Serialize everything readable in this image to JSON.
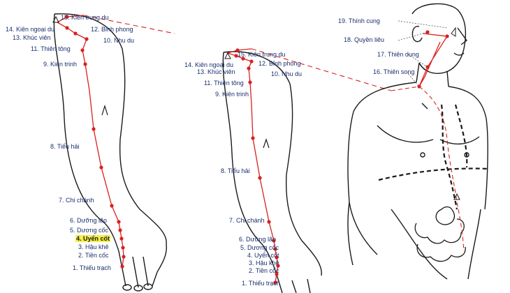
{
  "colors": {
    "meridian": "#d9211f",
    "label": "#1a2f6e",
    "outline": "#1a1a1a",
    "highlight": "#f4ef4a"
  },
  "left_arm": {
    "p15": "15. Kiên trung du",
    "p14": "14. Kiên ngoại du",
    "p13": "13. Khúc viên",
    "p12": "12. Bỉnh phong",
    "p10": "10. Nhu du",
    "p11": "11. Thiên tông",
    "p9": "9. Kiên trinh",
    "p8": "8. Tiểu hải",
    "p7": "7. Chi chánh",
    "p6": "6. Dưỡng lão",
    "p5": "5. Dương cốc",
    "p4": "4. Uyển cốt",
    "p3": "3. Hậu khê",
    "p2": "2. Tiền cốc",
    "p1": "1. Thiếu trạch"
  },
  "middle_arm": {
    "p15": "15. Kiên trung du",
    "p14": "14. Kiên ngoại du",
    "p13": "13. Khúc viên",
    "p12": "12. Bỉnh phong",
    "p10": "10. Nhu du",
    "p11": "11. Thiên tông",
    "p9": "9. Kiên trinh",
    "p8": "8. Tiểu hải",
    "p7": "7. Chi chánh",
    "p6": "6. Dưỡng lão",
    "p5": "5. Dương cốc",
    "p4": "4. Uyển cốt",
    "p3": "3. Hậu khê",
    "p2": "2. Tiền cốc",
    "p1": "1. Thiếu trạch"
  },
  "torso": {
    "p19": "19. Thính cung",
    "p18": "18. Quyền liêu",
    "p17": "17. Thiên dung",
    "p16": "16. Thiên song"
  }
}
